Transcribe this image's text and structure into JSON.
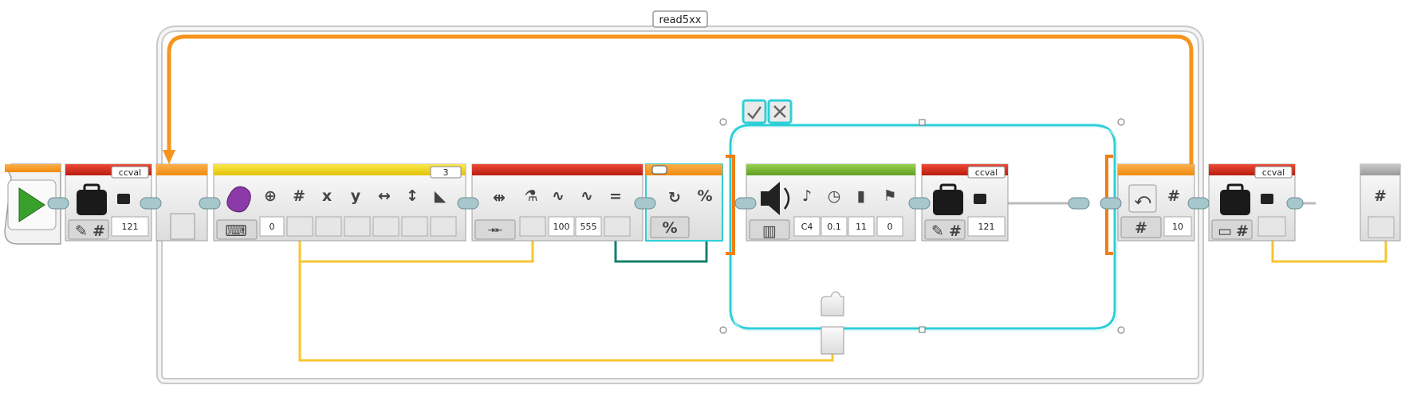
{
  "loop": {
    "name": "read5xx"
  },
  "variables": {
    "read": {
      "name": "ccval",
      "value": "121"
    },
    "write": {
      "name": "ccval",
      "value": "121"
    },
    "final": {
      "name": "ccval"
    }
  },
  "sensor": {
    "port": "3",
    "threshold": "0"
  },
  "compare": {
    "value_a": "100",
    "value_b": "555"
  },
  "sound": {
    "note": "C4",
    "duration": "0.1",
    "volume": "11",
    "play_type": "0"
  },
  "loop_interrupt": {
    "count": "10"
  },
  "colors": {
    "start": "#f7941d",
    "variable": "#d62e1c",
    "sensor": "#f2d21b",
    "sound": "#7ab93d",
    "flow": "#f7941d",
    "wire_yellow": "#f7c531",
    "wire_teal": "#16806c",
    "switch_frame": "#2ecfd8"
  }
}
